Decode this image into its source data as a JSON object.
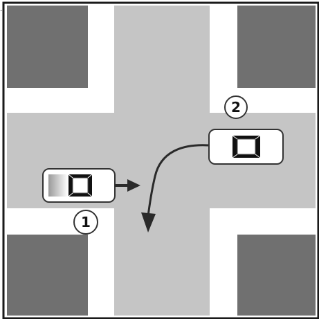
{
  "diagram": {
    "stray_mark": "."
  },
  "vehicles": [
    {
      "number": "1",
      "heading": "right",
      "action": "straight"
    },
    {
      "number": "2",
      "heading": "left",
      "action": "turn-left"
    }
  ],
  "colors": {
    "frame": "#1a1a1a",
    "sidewalk": "#ffffff",
    "road": "#c5c5c5",
    "block": "#707070",
    "car_body": "#ffffff",
    "car_outline": "#333333",
    "window": "#111111",
    "arrow": "#2a2a2a"
  }
}
